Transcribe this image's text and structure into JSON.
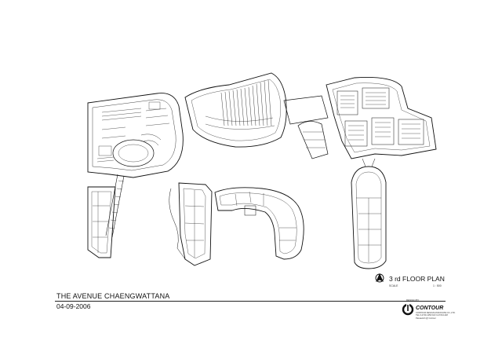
{
  "drawing": {
    "project_title": "THE AVENUE CHAENGWATTANA",
    "date": "04-09-2006",
    "plan_title": "3 rd FLOOR PLAN",
    "scale_label": "SCALE",
    "scale_value": "1 : 500"
  },
  "firm": {
    "caption": "DESIGN BY",
    "name": "CONTOUR",
    "lines": [
      "CONTOUR DESIGN ASSOCIATE CO.,LTD.",
      "TEL 0-2729-1150  FAX 0-2729-1148",
      "Passawish @ Contour"
    ]
  },
  "colors": {
    "ink": "#111111",
    "paper": "#ffffff"
  }
}
